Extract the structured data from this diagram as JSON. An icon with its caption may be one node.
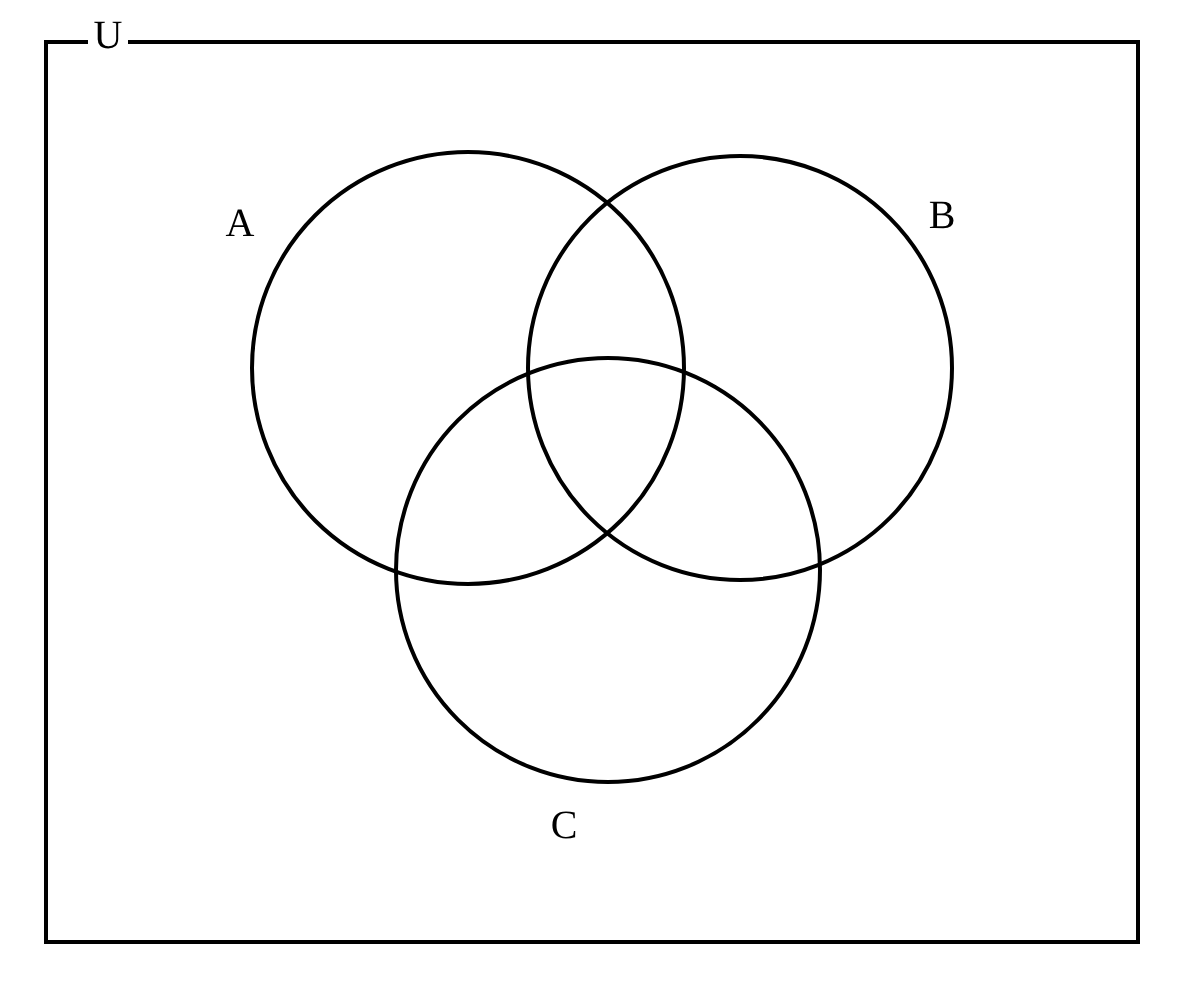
{
  "diagram": {
    "nodes": [
      {
        "text": [
          "U"
        ]
      },
      {
        "text": [
          "A"
        ],
        "in": 0
      },
      {
        "text": [
          "B"
        ],
        "in": 0
      },
      {
        "text": [
          "C"
        ],
        "in": 0
      }
    ],
    "edges": []
  }
}
